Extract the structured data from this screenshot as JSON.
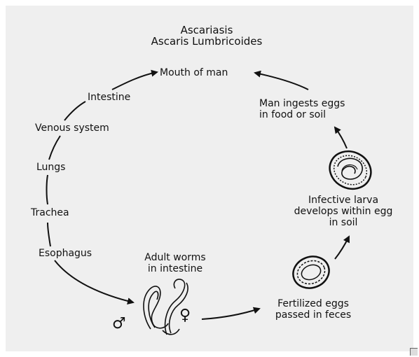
{
  "title": {
    "line1": "Ascariasis",
    "line2": "Ascaris Lumbricoides"
  },
  "stages": {
    "mouth": "Mouth of man",
    "intestine": "Intestine",
    "venous": "Venous system",
    "lungs": "Lungs",
    "trachea": "Trachea",
    "esophagus": "Esophagus",
    "adult_line1": "Adult worms",
    "adult_line2": "in intestine",
    "fertilized_line1": "Fertilized eggs",
    "fertilized_line2": "passed in feces",
    "infective_line1": "Infective larva",
    "infective_line2": "develops within egg",
    "infective_line3": "in soil",
    "ingests_line1": "Man ingests eggs",
    "ingests_line2": "in food or soil"
  },
  "symbols": {
    "male": "♂",
    "female": "♀"
  },
  "icons": [
    "male-symbol-icon",
    "female-symbol-icon",
    "worms-icon",
    "egg-icon",
    "larva-egg-icon",
    "arrow-icon"
  ]
}
